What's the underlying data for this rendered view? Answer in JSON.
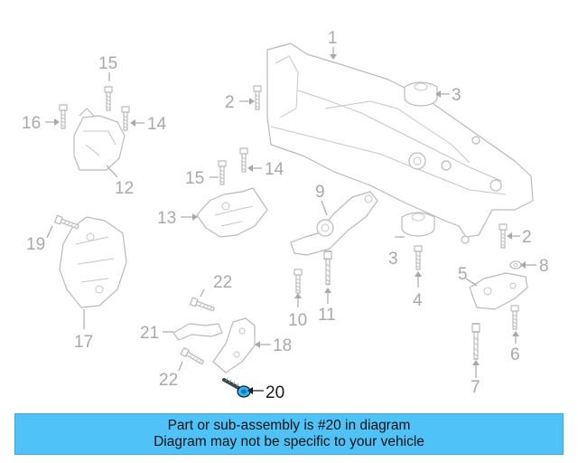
{
  "diagram": {
    "highlighted_part": "20",
    "highlight_color": "#29b6f6",
    "callouts": {
      "c1": "1",
      "c2a": "2",
      "c2b": "2",
      "c3a": "3",
      "c3b": "3",
      "c4": "4",
      "c5": "5",
      "c6": "6",
      "c7": "7",
      "c8": "8",
      "c9": "9",
      "c10": "10",
      "c11": "11",
      "c12": "12",
      "c13": "13",
      "c14a": "14",
      "c14b": "14",
      "c15a": "15",
      "c15b": "15",
      "c16": "16",
      "c17": "17",
      "c18": "18",
      "c19": "19",
      "c20": "20",
      "c21": "21",
      "c22a": "22",
      "c22b": "22"
    }
  },
  "banner": {
    "line1": "Part or sub-assembly is #20 in diagram",
    "line2": "Diagram may not be specific to your vehicle",
    "background": "#4fc3f7"
  }
}
